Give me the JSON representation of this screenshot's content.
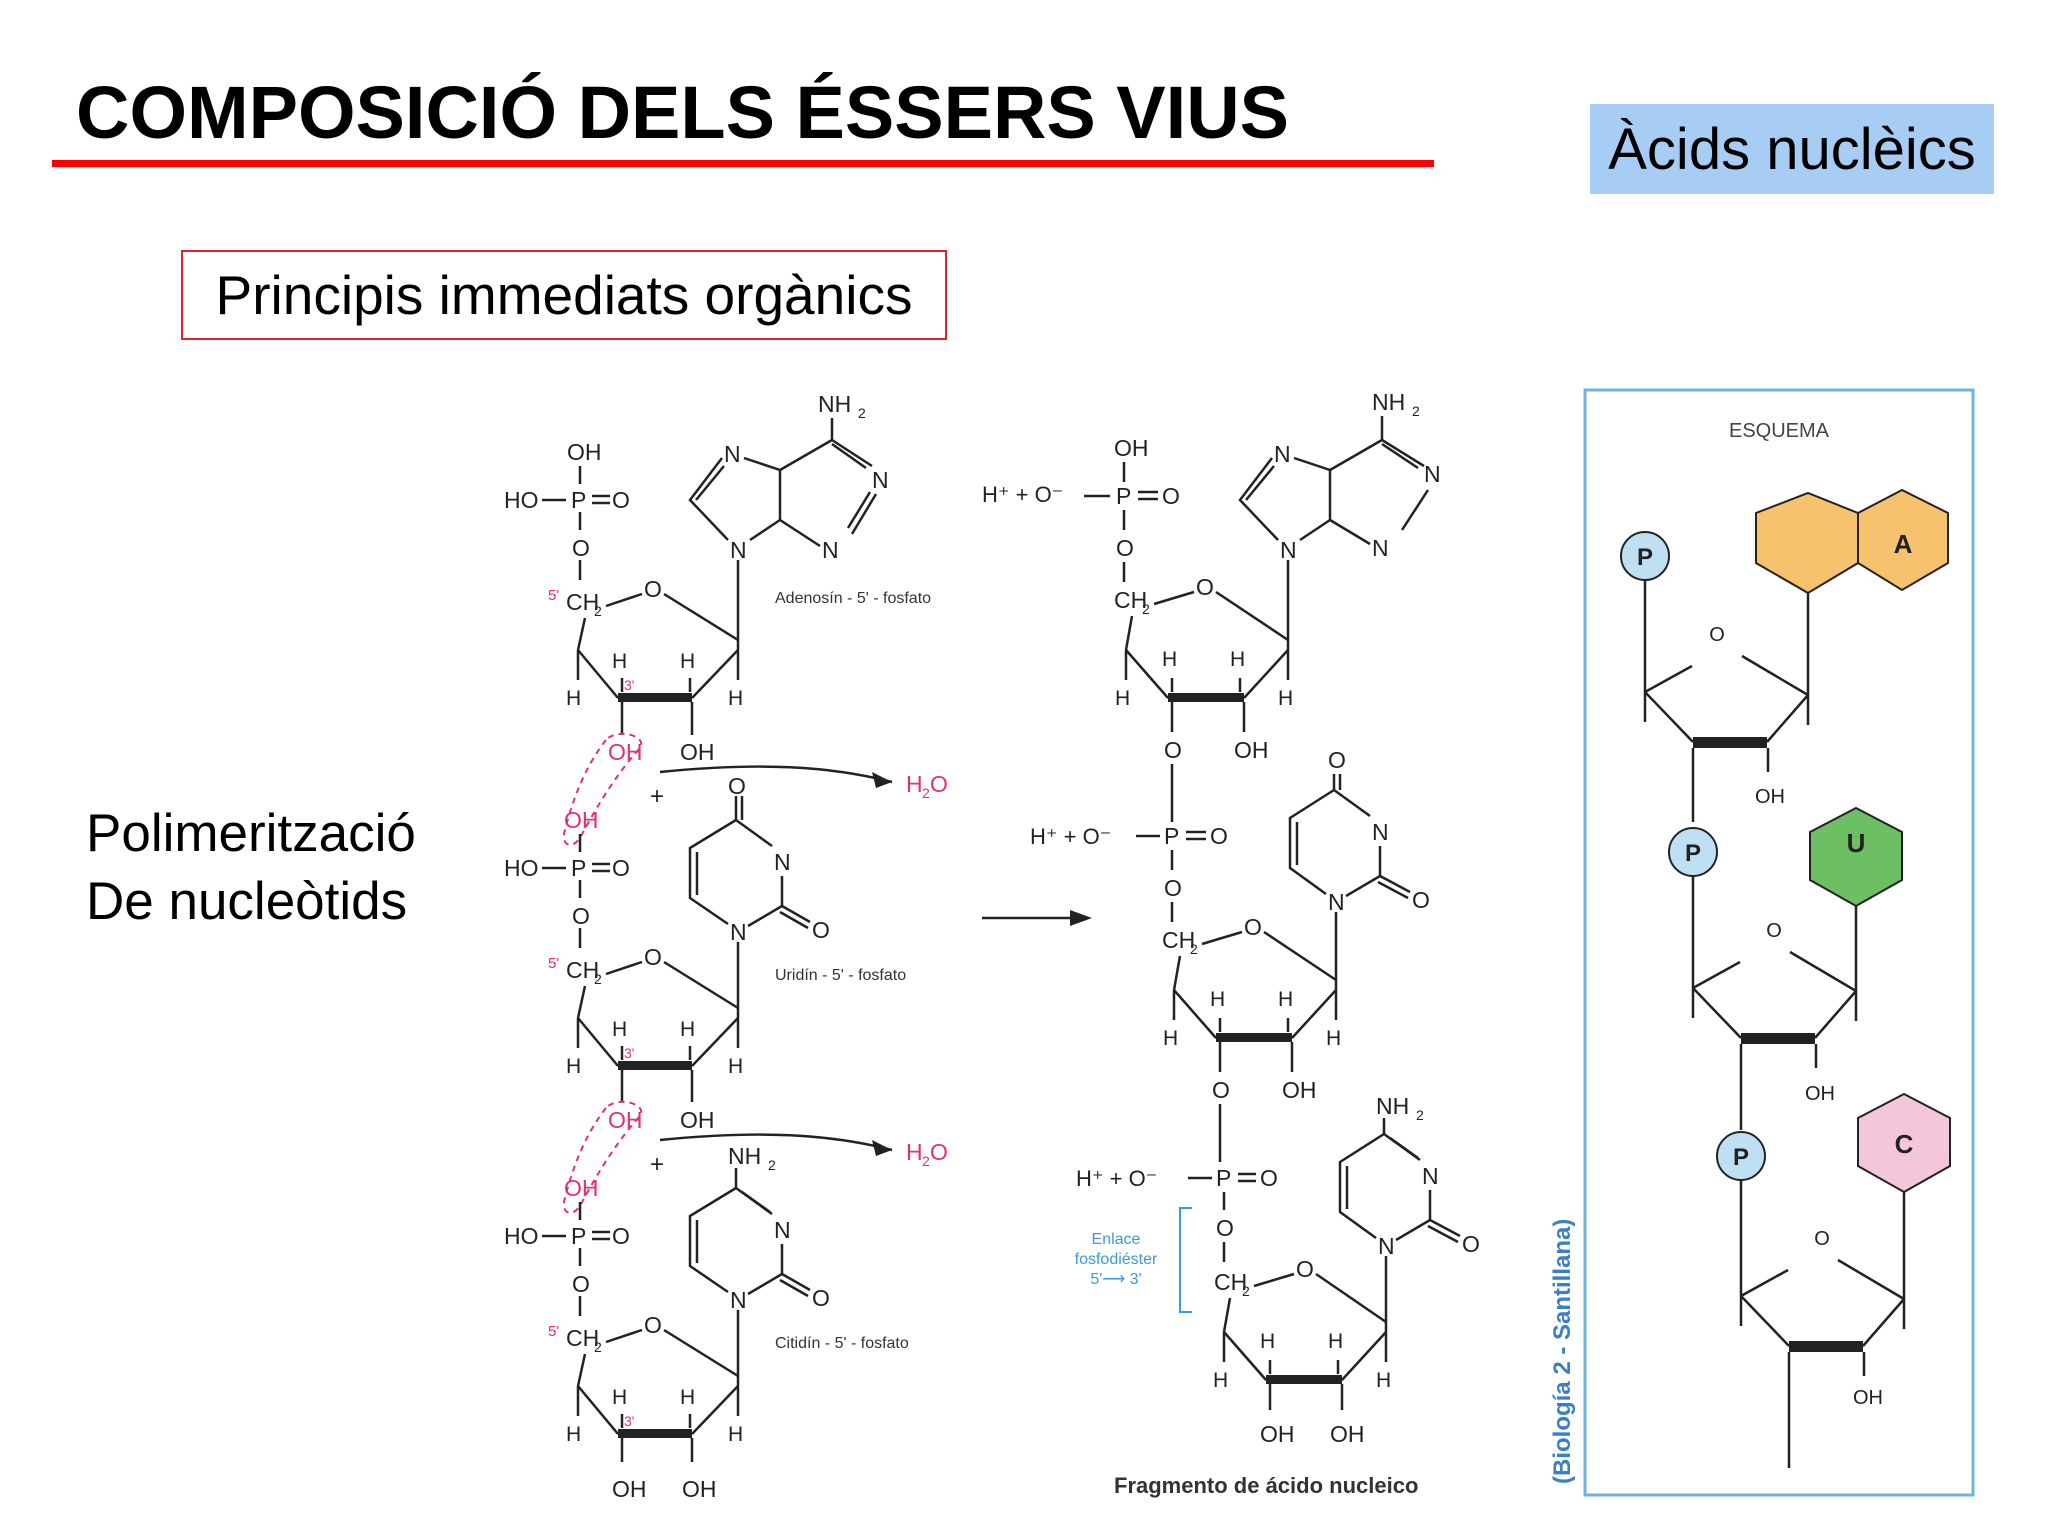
{
  "slide": {
    "title": "COMPOSICIÓ DELS ÉSSERS VIUS",
    "topic_badge": "Àcids nuclèics",
    "subtitle": "Principis immediats orgànics",
    "side_label_line1": "Polimerització",
    "side_label_line2": "De nucleòtids"
  },
  "colors": {
    "title_rule": "#ff0000",
    "badge_bg": "#a8cdf5",
    "subtitle_border": "#e0222b",
    "reaction_magenta": "#e0307a",
    "bond_blue": "#3b9ad9",
    "schema_border": "#6fb3e0",
    "adenine": "#f7c26e",
    "uracil": "#6cbf62",
    "cytosine": "#f3c6dc",
    "phosphate": "#bfe0f2"
  },
  "reactants": {
    "labels": {
      "oh": "OH",
      "ho": "HO",
      "p": "P",
      "o": "O",
      "ch2": "CH",
      "sub2": "2",
      "h": "H",
      "n": "N",
      "nh2": "NH",
      "five": "5'",
      "three": "3'",
      "plus": "+",
      "h2o": "H",
      "h2o_o": "O"
    },
    "nucleotides": [
      {
        "name": "Adenosín - 5' - fosfato"
      },
      {
        "name": "Uridín - 5' - fosfato"
      },
      {
        "name": "Citidín - 5' - fosfato"
      }
    ]
  },
  "product": {
    "proton": "H⁺ + O⁻",
    "bond_label": [
      "Enlace",
      "fosfodiéster",
      "5'⟶ 3'"
    ],
    "caption": "Fragmento de ácido nucleico"
  },
  "schema": {
    "header": "ESQUEMA",
    "phosphate_label": "P",
    "ring_o": "O",
    "oh": "OH",
    "bases": [
      "A",
      "U",
      "C"
    ],
    "source": "(Biología 2 - Santillana)"
  }
}
